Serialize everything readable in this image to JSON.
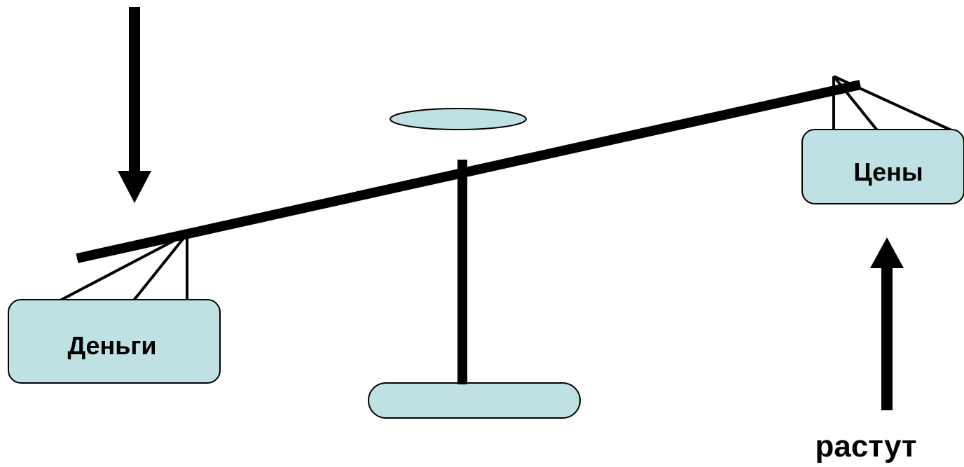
{
  "left_pan": {
    "label": "Деньги"
  },
  "right_pan": {
    "label": "Цены"
  },
  "right_arrow_caption": "растут",
  "colors": {
    "pan_fill": "#bfe1e3",
    "stroke": "#000000",
    "background": "#ffffff"
  },
  "arrows": {
    "left": "down-arrow-icon",
    "right": "up-arrow-icon"
  }
}
